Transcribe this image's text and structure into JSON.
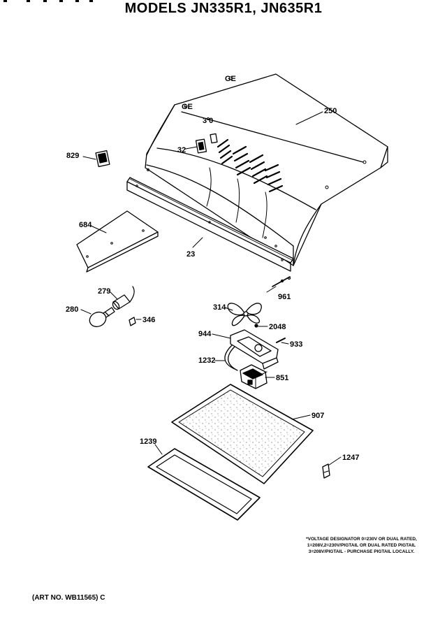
{
  "title": "MODELS JN335R1, JN635R1",
  "parts": {
    "p250": "250",
    "p829": "829",
    "p32": "32",
    "p684": "684",
    "p23": "23",
    "p961": "961",
    "p279": "279",
    "p280": "280",
    "p346": "346",
    "p314": "314",
    "p2048": "2048",
    "p944": "944",
    "p933": "933",
    "p1232": "1232",
    "p851": "851",
    "p907": "907",
    "p1239": "1239",
    "p1247": "1247"
  },
  "note": {
    "line1": "*VOLTAGE DESIGNATOR 0=230V OR DUAL RATED,",
    "line2": "1=208V,2=230V/PIGTAIL OR DUAL RATED PIGTAIL",
    "line3": "3=208V/PIGTAIL - PURCHASE PIGTAIL LOCALLY."
  },
  "art_number": "(ART NO. WB11565) C"
}
